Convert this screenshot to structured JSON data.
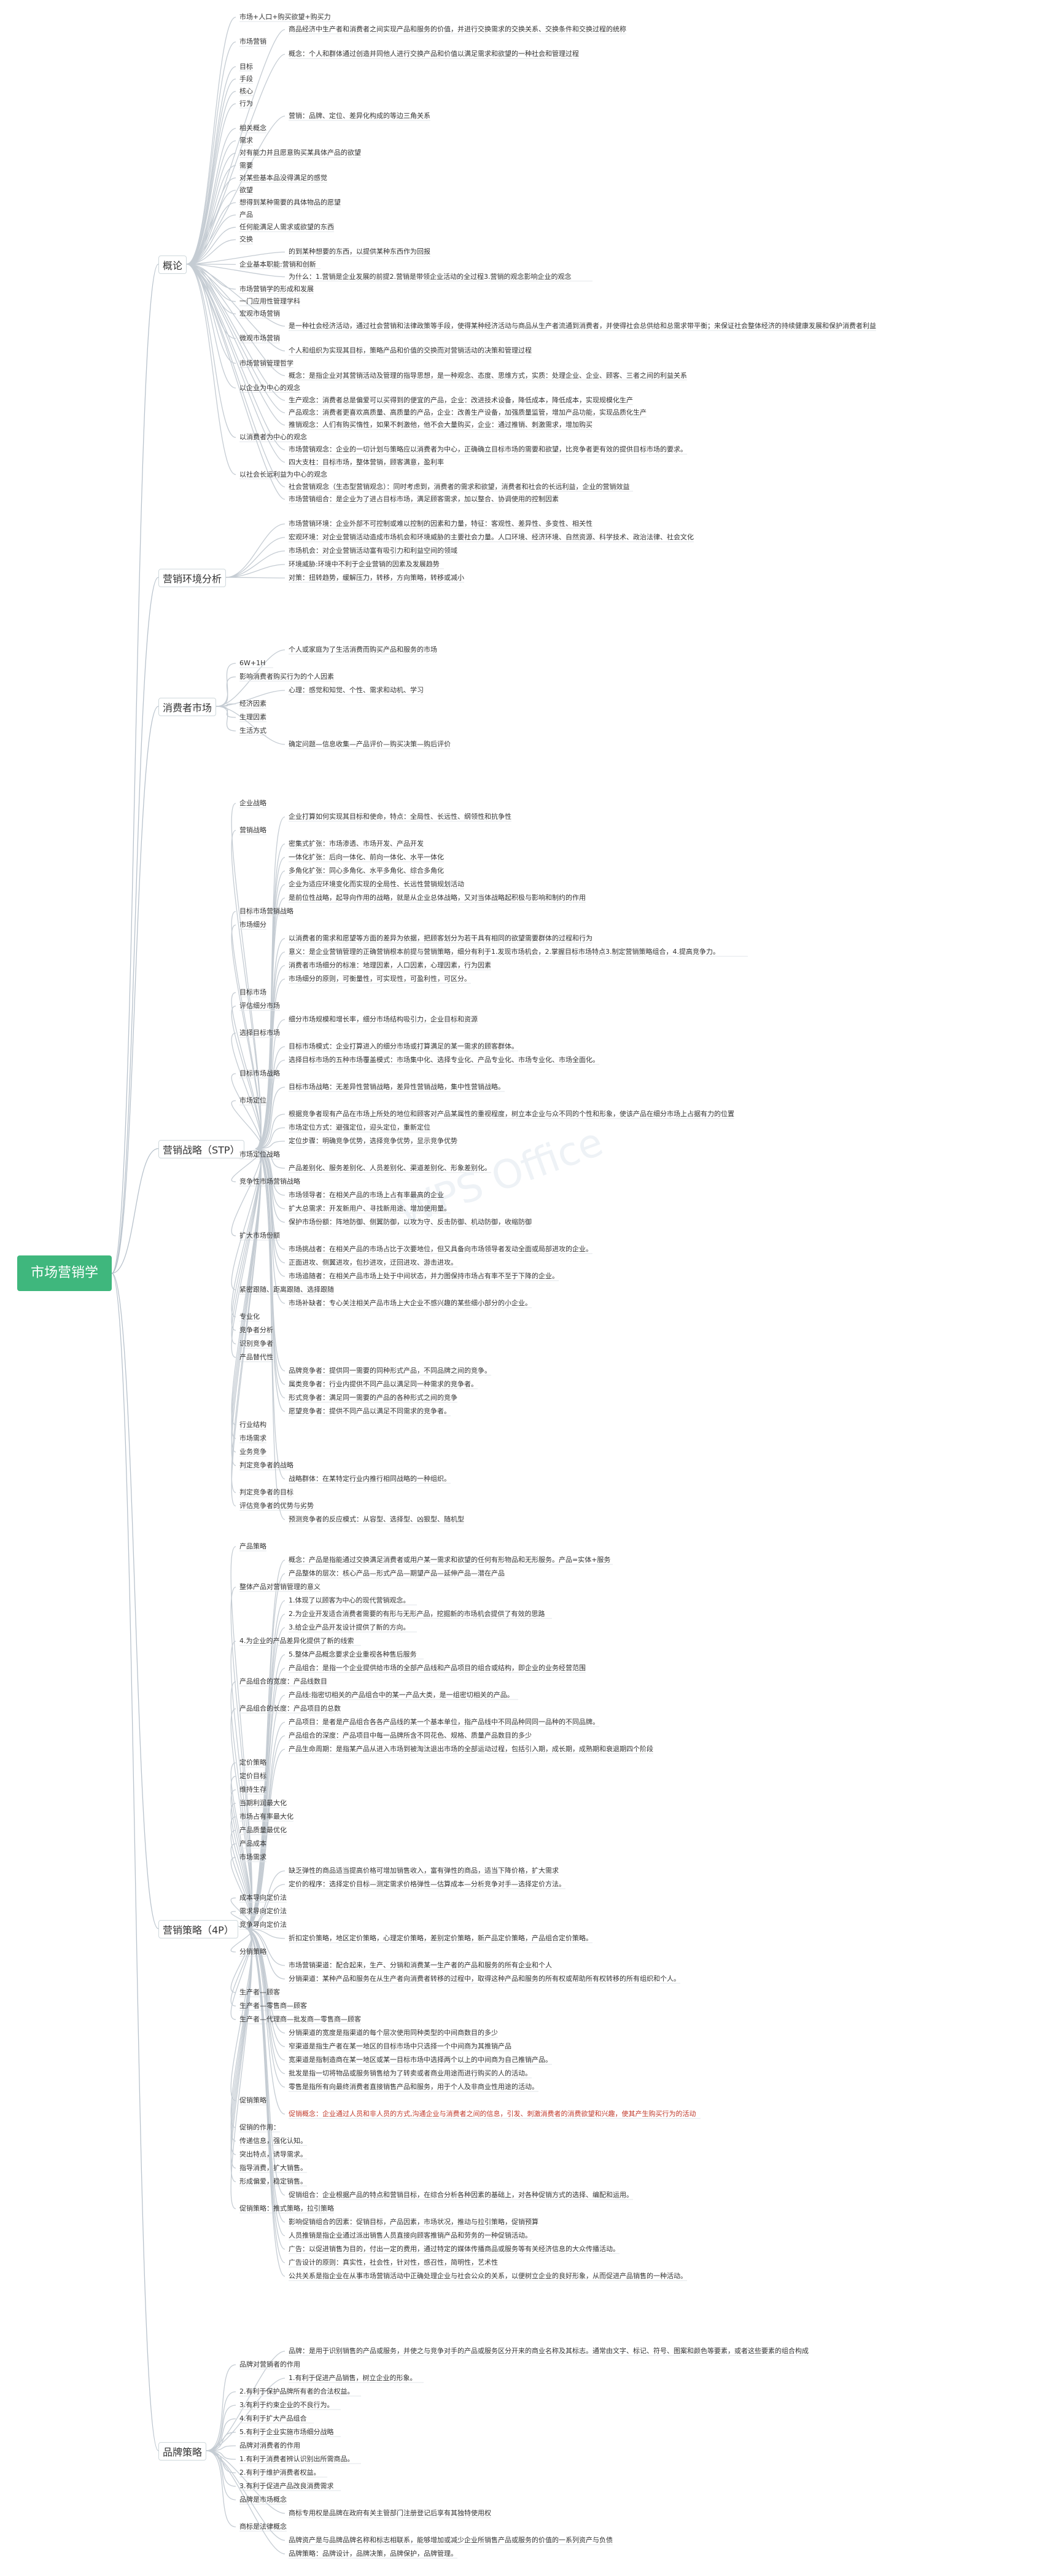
{
  "root": "市场营销学",
  "watermark": "WPS Office",
  "branches": [
    {
      "label": "概论",
      "nodes": [
        "市场+人口+购买欲望+购买力",
        "商品经济中生产者和消费者之间实现产品和服务的价值，并进行交换需求的交换关系、交换条件和交换过程的统称",
        "市场营销",
        "概念：个人和群体通过创造并同他人进行交换产品和价值以满足需求和欲望的一种社会和管理过程",
        "目标",
        "手段",
        "核心",
        "行为",
        "营销：品牌、定位、差异化构成的等边三角关系",
        "相关概念",
        "需求",
        "对有能力并且愿意购买某具体产品的欲望",
        "需要",
        "对某些基本品没得满足的感觉",
        "欲望",
        "想得到某种需要的具体物品的愿望",
        "产品",
        "任何能满足人需求或欲望的东西",
        "交换",
        "的到某种想要的东西，以提供某种东西作为回报",
        "企业基本职能:营销和创新",
        "为什么：1.营销是企业发展的前提2.营销是带领企业活动的全过程3.营销的观念影响企业的观念",
        "市场营销学的形成和发展",
        "一门应用性管理学科",
        "宏观市场营销",
        "是一种社会经济活动，通过社会营销和法律政策等手段，使得某种经济活动与商品从生产者流通到消费者，并使得社会总供给和总需求带平衡；来保证社会整体经济的持续健康发展和保护消费者利益",
        "微观市场营销",
        "个人和组织为实现其目标，策略产品和价值的交换而对营销活动的决策和管理过程",
        "市场营销管理哲学",
        "概念：是指企业对其营销活动及管理的指导思想，是一种观念、态度、思维方式，实质：处理企业、企业、顾客、三者之间的利益关系",
        "以企业为中心的观念",
        "生产观念：消费者总是偏爱可以买得到的便宜的产品，企业：改进技术设备，降低成本，降低成本，实现规模化生产",
        "产品观念：消费者更喜欢高质量、高质量的产品，企业：改善生产设备，加强质量监管，增加产品功能，实现品质化生产",
        "推销观念：人们有购买惰性，如果不刺激他，他不会大量购买，企业：通过推销、刺激需求，增加购买",
        "以消费者为中心的观念",
        "市场营销观念：企业的一切计划与策略应以消费者为中心，正确确立目标市场的需要和欲望，比竞争者更有效的提供目标市场的要求。",
        "四大支柱：目标市场，整体营销，顾客满意，盈利率",
        "以社会长远利益为中心的观念",
        "社会营销观念（生态型营销观念）：同时考虑到，消费者的需求和欲望，消费者和社会的长远利益，企业的营销效益",
        "市场营销组合：是企业为了进占目标市场，满足顾客需求，加以整合、协调使用的控制因素"
      ]
    },
    {
      "label": "营销环境分析",
      "nodes": [
        "市场营销环境：企业外部不可控制或难以控制的因素和力量，特征：客观性、差异性、多变性、相关性",
        "宏观环境：对企业营销活动造成市场机会和环境威胁的主要社会力量。人口环境、经济环境、自然资源、科学技术、政治法律、社会文化",
        "市场机会：对企业营销活动富有吸引力和利益空间的领域",
        "环境威胁:环境中不利于企业营销的因素及发展趋势",
        "对策：扭转趋势，缓解压力，转移，方向策略，转移或减小"
      ]
    },
    {
      "label": "消费者市场",
      "nodes": [
        "个人或家庭为了生活消费而购买产品和服务的市场",
        "6W+1H",
        "影响消费者购买行为的个人因素",
        "心理：感觉和知觉、个性、需求和动机、学习",
        "经济因素",
        "生理因素",
        "生活方式",
        "确定问题—信息收集—产品评价—购买决策—购后评价"
      ]
    },
    {
      "label": "营销战略（STP）",
      "nodes": [
        "企业战略",
        "企业打算如何实现其目标和使命，特点：全局性、长远性、纲领性和抗争性",
        "营销战略",
        "密集式扩张：市场渗透、市场开发、产品开发",
        "一体化扩张：后向一体化、前向一体化、水平一体化",
        "多角化扩张：同心多角化、水平多角化、综合多角化",
        "企业为适应环境变化而实现的全局性、长远性营销规划活动",
        "是前位性战略，起导向作用的战略，就是从企业总体战略，又对当体战略起积极与影响和制约的作用",
        "目标市场营销战略",
        "市场细分",
        "以消费者的需求和愿望等方面的差异为依据，把顾客划分为若干具有相同的欲望需要群体的过程和行为",
        "意义：是企业营销管理的正确营销根本前提与营销策略，细分有利于1.发现市场机会，2.掌握目标市场特点3.制定营销策略组合，4.提高竞争力。",
        "消费者市场细分的标准：地理因素，人口因素，心理因素，行为因素",
        "市场细分的原则，可衡量性，可实现性，可盈利性，可区分。",
        "目标市场",
        "评估细分市场",
        "细分市场规模和增长率，细分市场结构吸引力，企业目标和资源",
        "选择目标市场",
        "目标市场模式：企业打算进入的细分市场或打算满足的某一需求的顾客群体。",
        "选择目标市场的五种市场覆盖模式：市场集中化、选择专业化、产品专业化、市场专业化、市场全面化。",
        "目标市场战略",
        "目标市场战略：无差异性营销战略，差异性营销战略，集中性营销战略。",
        "市场定位",
        "根据竞争者现有产品在市场上所处的地位和顾客对产品某属性的重视程度，树立本企业与众不同的个性和形象，使该产品在细分市场上占据有力的位置",
        "市场定位方式：避强定位，迎头定位，重新定位",
        "定位步骤：明确竞争优势，选择竞争优势，显示竞争优势",
        "市场定位战略",
        "产品差别化、服务差别化、人员差别化、渠道差别化、形象差别化。",
        "竞争性市场营销战略",
        "市场领导者：在相关产品的市场上占有率最高的企业",
        "扩大总需求：开发新用户、寻找新用途、增加使用量。",
        "保护市场份额：阵地防御、侧翼防御，以攻为守、反击防御、机动防御，收缩防御",
        "扩大市场份额",
        "市场挑战者：在相关产品的市场占比于次要地位，但又具备向市场领导者发动全面或局部进攻的企业。",
        "正面进攻、侧翼进攻，包抄进攻，迂回进攻、游击进攻。",
        "市场追随者：在相关产品市场上处于中间状态，并力图保持市场占有率不至于下降的企业。",
        "紧密跟随、距离跟随、选择跟随",
        "市场补缺者：专心关注相关产品市场上大企业不感兴趣的某些细小部分的小企业。",
        "专业化",
        "竞争者分析",
        "识别竞争者",
        "产品替代性",
        "品牌竞争者：提供同一需要的同种形式产品，不同品牌之间的竞争。",
        "属类竞争者：行业内提供不同产品以满足同一种需求的竞争者。",
        "形式竞争者：满足同一需要的产品的各种形式之间的竞争",
        "愿望竞争者：提供不同产品以满足不同需求的竞争者。",
        "行业结构",
        "市场需求",
        "业务竞争",
        "判定竞争者的战略",
        "战略群体：在某特定行业内推行相同战略的一种组织。",
        "判定竞争者的目标",
        "评估竞争者的优势与劣势",
        "预测竞争者的反应模式：从容型、选择型、凶狠型、随机型"
      ]
    },
    {
      "label": "营销策略（4P）",
      "nodes": [
        "产品策略",
        "概念：产品是指能通过交换满足消费者或用户某一需求和欲望的任何有形物品和无形服务。产品=实体+服务",
        "产品整体的层次：核心产品—形式产品—期望产品—延伸产品—潜在产品",
        "整体产品对营销管理的意义",
        "1.体现了以顾客为中心的现代营销观念。",
        "2.为企业开发适合消费者需要的有形与无形产品，挖掘新的市场机会提供了有效的思路",
        "3.给企业产品开发设计提供了新的方向。",
        "4.为企业的产品差异化提供了新的线索",
        "5.整体产品概念要求企业重视各种售后服务",
        "产品组合：是指一个企业提供给市场的全部产品线和产品项目的组合或结构，即企业的业务经营范围",
        "产品组合的宽度：产品线数目",
        "产品线:指密切相关的产品组合中的某一产品大类，是一组密切相关的产品。",
        "产品组合的长度：产品项目的总数",
        "产品项目：是者是产品组合各各产品线的某一个基本单位，指产品线中不同品种同同一品种的不同品牌。",
        "产品组合的深度：产品项目中每一品牌所含不同花色、规格、质量产品数目的多少",
        "产品生命周期：是指某产品从进入市场到被淘汰退出市场的全部运动过程，包括引入期，成长期，成熟期和衰退期四个阶段",
        "定价策略",
        "定价目标",
        "维持生存",
        "当期利润最大化",
        "市场占有率最大化",
        "产品质量最优化",
        "产品成本",
        "市场需求",
        "缺乏弹性的商品适当提高价格可增加销售收入，富有弹性的商品，适当下降价格，扩大需求",
        "定价的程序：选择定价目标—测定需求价格弹性—估算成本—分析竞争对手—选择定价方法。",
        "成本导向定价法",
        "需求导向定价法",
        "竞争导向定价法",
        "折扣定价策略，地区定价策略，心理定价策略，差别定价策略，新产品定价策略，产品组合定价策略。",
        "分销策略",
        "市场营销渠道：配合起来，生产、分销和消费某一生产者的产品和服务的所有企业和个人",
        "分销渠道：某种产品和服务在从生产者向消费者转移的过程中，取得这种产品和服务的所有权或帮助所有权转移的所有组织和个人。",
        "生产者—顾客",
        "生产者—零售商—顾客",
        "生产者—代理商—批发商—零售商—顾客",
        "分销渠道的宽度是指渠道的每个层次使用同种类型的中间商数目的多少",
        "窄渠道是指生产者在某一地区的目标市场中只选择一个中间商为其推销产品",
        "宽渠道是指制造商在某一地区或某一目标市场中选择两个以上的中间商为自己推销产品。",
        "批发是指一切将物品或服务销售给为了转卖或者商业用途而进行购买的人的活动。",
        "零售是指所有向最终消费者直接销售产品和服务，用于个人及非商业性用途的活动。",
        "促销策略",
        "促销概念：企业通过人员和非人员的方式,沟通企业与消费者之间的信息，引发、刺激消费者的消费欲望和兴趣，使其产生购买行为的活动",
        "促销的作用：",
        "传递信息，强化认知。",
        "突出特点，诱导需求。",
        "指导消费，扩大销售。",
        "形成偏爱，稳定销售。",
        "促销组合：企业根据产品的特点和营销目标，在综合分析各种因素的基础上，对各种促销方式的选择、编配和运用。",
        "促销策略：推式策略，拉引策略",
        "影响促销组合的因素：促销目标，产品因素，市场状况，推动与拉引策略，促销预算",
        "人员推销是指企业通过派出销售人员直接向顾客推销产品和劳务的一种促销活动。",
        "广告：以促进销售为目的，付出一定的费用，通过特定的媒体传播商品或服务等有关经济信息的大众传播活动。",
        "广告设计的原则：真实性，社会性，针对性，感召性，简明性，艺术性",
        "公共关系是指企业在从事市场营销活动中正确处理企业与社会公众的关系，以便树立企业的良好形象，从而促进产品销售的一种活动。"
      ]
    },
    {
      "label": "品牌策略",
      "nodes": [
        "品牌：是用于识别销售的产品或服务，并使之与竞争对手的产品或服务区分开来的商业名称及其标志。通常由文字、标记、符号、图案和颜色等要素，或者这些要素的组合构成",
        "品牌对营销者的作用",
        "1.有利于促进产品销售，树立企业的形象。",
        "2.有利于保护品牌所有者的合法权益。",
        "3.有利于约束企业的不良行为。",
        "4.有利于扩大产品组合",
        "5.有利于企业实施市场细分战略",
        "品牌对消费者的作用",
        "1.有利于消费者辨认识别出所需商品。",
        "2.有利于维护消费者权益。",
        "3.有利于促进产品改良消费需求",
        "品牌是市场概念",
        "商标专用权是品牌在政府有关主管部门注册登记后享有其独特使用权",
        "商标是法律概念",
        "品牌资产是与品牌品牌名称和标志相联系，能够增加或减少企业所销售产品或服务的价值的一系列资产与负债",
        "品牌策略：品牌设计，品牌决策，品牌保护，品牌管理。"
      ]
    }
  ]
}
